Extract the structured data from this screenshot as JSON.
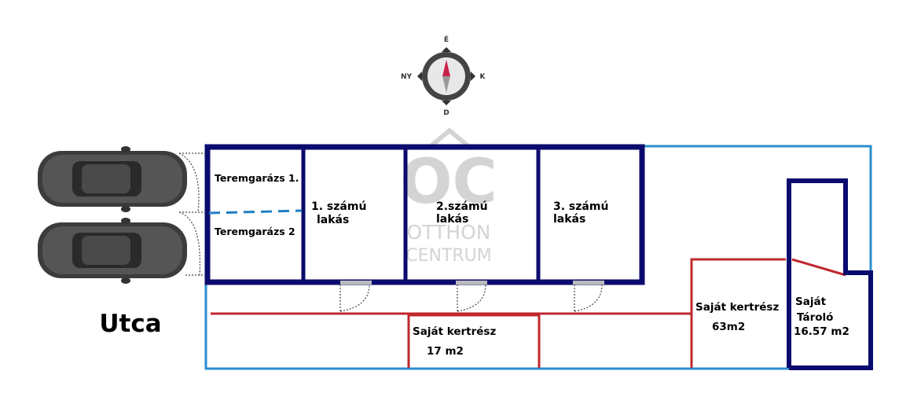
{
  "compass": {
    "north": "É",
    "south": "D",
    "east": "K",
    "west": "NY"
  },
  "watermark": {
    "mark": "OC",
    "line1": "OTTHON",
    "line2": "CENTRUM"
  },
  "street_label": "Utca",
  "rooms": {
    "garage1": "Teremgarázs 1.",
    "garage2": "Teremgarázs 2",
    "flat1_line1": "1. számú",
    "flat1_line2": "lakás",
    "flat2_line1": "2.számú",
    "flat2_line2": "lakás",
    "flat3_line1": "3. számú",
    "flat3_line2": "lakás",
    "garden_small_line1": "Saját kertrész",
    "garden_small_line2": "17 m2",
    "garden_large_line1": "Saját kertrész",
    "garden_large_line2": "63m2",
    "storage_line1": "Saját",
    "storage_line2": "Tároló",
    "storage_line3": "16.57 m2"
  },
  "colors": {
    "building_wall": "#0b0b6e",
    "plot_line": "#2a8fd0",
    "garden_line": "#c0282d"
  }
}
